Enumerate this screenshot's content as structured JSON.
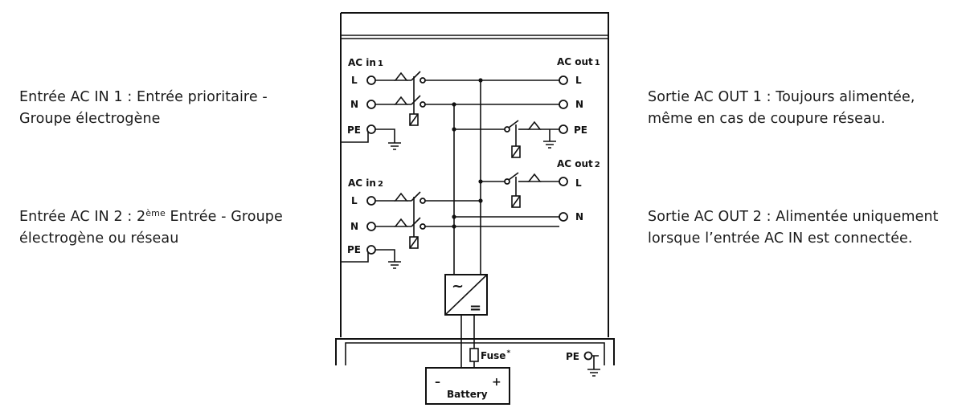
{
  "descriptions": {
    "ac_in1": {
      "line1": "Entrée AC IN 1 : Entrée prioritaire -",
      "line2": "Groupe électrogène"
    },
    "ac_in2": {
      "line1_pre": "Entrée AC IN 2 : 2",
      "line1_sup": "ème",
      "line1_post": " Entrée - Groupe",
      "line2": "électrogène ou réseau"
    },
    "ac_out1": {
      "line1": "Sortie AC OUT 1 : Toujours alimentée,",
      "line2": "même en cas de coupure réseau."
    },
    "ac_out2": {
      "line1": "Sortie AC OUT 2 : Alimentée uniquement",
      "line2": "lorsque l’entrée AC IN est connectée."
    }
  },
  "diagram": {
    "ac_in1": {
      "title_main": "AC in",
      "title_num": "1",
      "l": "L",
      "n": "N",
      "pe": "PE"
    },
    "ac_in2": {
      "title_main": "AC in",
      "title_num": "2",
      "l": "L",
      "n": "N",
      "pe": "PE"
    },
    "ac_out1": {
      "title_main": "AC out",
      "title_num": "1",
      "l": "L",
      "n": "N",
      "pe": "PE"
    },
    "ac_out2": {
      "title_main": "AC out",
      "title_num": "2",
      "l": "L",
      "n": "N"
    },
    "inverter": {
      "ac_symbol": "~",
      "dc_symbol": "="
    },
    "fuse": {
      "label": "Fuse",
      "mark": "*"
    },
    "battery": {
      "label": "Battery",
      "minus": "–",
      "plus": "+"
    },
    "chassis_pe": "PE"
  }
}
